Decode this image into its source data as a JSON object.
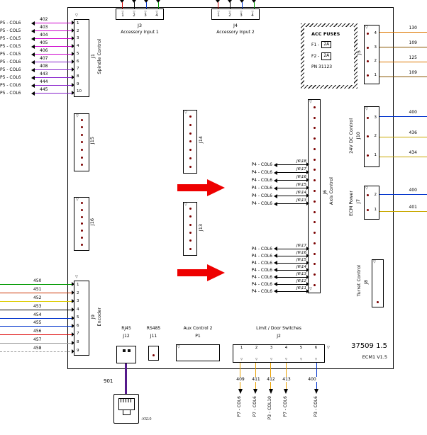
{
  "board": {
    "part": "37509 1.5",
    "version": "ECM1 V1.5"
  },
  "icons": {
    "pin1_mark": "▽"
  },
  "fuses": {
    "title": "ACC FUSES",
    "f1": "F1 -",
    "f1_val": "2A",
    "f2": "F2 -",
    "f2_val": "2A",
    "pn": "PN 31123"
  },
  "connectors": {
    "j1": {
      "id": "J1",
      "name": "Spindle Control",
      "pins": [
        "1",
        "2",
        "3",
        "4",
        "5",
        "6",
        "7",
        "8",
        "9",
        "10"
      ]
    },
    "j3": {
      "id": "J3",
      "name": "Accessory Input 1",
      "pins": [
        "1",
        "2",
        "3",
        "4"
      ],
      "wire_colors": [
        "#cc0000",
        "#000000",
        "#0033cc",
        "#009900"
      ]
    },
    "j4": {
      "id": "J4",
      "name": "Accessory Input 2",
      "pins": [
        "1",
        "2",
        "3",
        "4"
      ],
      "wire_colors": [
        "#cc0000",
        "#000000",
        "#0033cc",
        "#009900"
      ]
    },
    "j5": {
      "id": "J5",
      "pins": [
        "4",
        "3",
        "2",
        "1"
      ]
    },
    "j6": {
      "id": "J6",
      "name": "Axis Control"
    },
    "j7": {
      "id": "J7",
      "name": "ECM Power",
      "pins": [
        "2",
        "1"
      ]
    },
    "j8": {
      "id": "J8",
      "name": "Turret Control"
    },
    "j9": {
      "id": "J9",
      "name": "Encoder",
      "pins": [
        "1",
        "2",
        "3",
        "4",
        "5",
        "6",
        "7",
        "8",
        "9"
      ]
    },
    "j10": {
      "id": "J10",
      "name": "24V DC Control",
      "pins": [
        "3",
        "2",
        "1"
      ]
    },
    "j11": {
      "id": "J11",
      "name": "RS485"
    },
    "j12": {
      "id": "J12",
      "name": "RJ45"
    },
    "j13": {
      "id": "J13"
    },
    "j14": {
      "id": "J14"
    },
    "j15": {
      "id": "J15"
    },
    "j16": {
      "id": "J16"
    },
    "p1": {
      "id": "P1",
      "name": "Aux Control 2"
    },
    "j2": {
      "id": "J2",
      "name": "Limit / Door Switches",
      "pins": [
        "1",
        "2",
        "3",
        "4",
        "5",
        "6"
      ]
    }
  },
  "spindle_wires": [
    {
      "dest": "P5 - COL6",
      "num": "402",
      "color": "#cc00cc"
    },
    {
      "dest": "P5 - COL5",
      "num": "403",
      "color": "#cc00cc"
    },
    {
      "dest": "P5 - COL5",
      "num": "404",
      "color": "#cc00cc"
    },
    {
      "dest": "P5 - COL5",
      "num": "405",
      "color": "#cc00cc"
    },
    {
      "dest": "P5 - COL5",
      "num": "406",
      "color": "#cc00cc"
    },
    {
      "dest": "P5 - COL6",
      "num": "407",
      "color": "#8822cc"
    },
    {
      "dest": "P5 - COL6",
      "num": "408",
      "color": "#8822cc"
    },
    {
      "dest": "P5 - COL6",
      "num": "443",
      "color": "#8822cc"
    },
    {
      "dest": "P5 - COL6",
      "num": "444",
      "color": "#8822cc"
    },
    {
      "dest": "P5 - COL6",
      "num": "445",
      "color": "#8822cc"
    }
  ],
  "encoder_wires": [
    {
      "num": "450",
      "color": "#009900"
    },
    {
      "num": "451",
      "color": "#cc3300"
    },
    {
      "num": "452",
      "color": "#ddcc00"
    },
    {
      "num": "453",
      "color": "#000000"
    },
    {
      "num": "454",
      "color": "#0033cc"
    },
    {
      "num": "455",
      "color": "#0033cc"
    },
    {
      "num": "456",
      "color": "#dd0000"
    },
    {
      "num": "457",
      "color": "#999999"
    },
    {
      "num": "458",
      "color": "#999999",
      "dash": "dashed"
    }
  ],
  "j5_wires": [
    {
      "num": "130",
      "color": "#dd7700"
    },
    {
      "num": "109",
      "color": "#885500"
    },
    {
      "num": "125",
      "color": "#dd7700"
    },
    {
      "num": "109",
      "color": "#885500"
    }
  ],
  "j10_wires": [
    {
      "num": "400",
      "color": "#0033cc"
    },
    {
      "num": "436",
      "color": "#c8a800"
    },
    {
      "num": "434",
      "color": "#c8a800"
    }
  ],
  "j7_wires": [
    {
      "num": "400",
      "color": "#0033cc"
    },
    {
      "num": "401",
      "color": "#c8a800"
    }
  ],
  "axis_upper": [
    {
      "dest": "P4 - COL6",
      "ref": "J6\\18"
    },
    {
      "dest": "P4 - COL6",
      "ref": "J6\\17"
    },
    {
      "dest": "P4 - COL6",
      "ref": "J6\\16"
    },
    {
      "dest": "P4 - COL6",
      "ref": "J6\\15"
    },
    {
      "dest": "P4 - COL6",
      "ref": "J6\\14"
    },
    {
      "dest": "P4 - COL6",
      "ref": "J6\\13"
    }
  ],
  "axis_lower": [
    {
      "dest": "P4 - COL6",
      "ref": "J6\\17"
    },
    {
      "dest": "P4 - COL6",
      "ref": "J6\\16"
    },
    {
      "dest": "P4 - COL6",
      "ref": "J6\\15"
    },
    {
      "dest": "P4 - COL6",
      "ref": "J6\\14"
    },
    {
      "dest": "P4 - COL6",
      "ref": "J6\\13"
    },
    {
      "dest": "P4 - COL6",
      "ref": "J6\\12"
    },
    {
      "dest": "P4 - COL6",
      "ref": "J6\\11"
    }
  ],
  "j2_wires": [
    {
      "num": "409",
      "dest": "P7 - COL6",
      "color": "#e8a000"
    },
    {
      "num": "411",
      "dest": "P7 - COL6",
      "color": "#e8a000"
    },
    {
      "num": "412",
      "dest": "P3 - COL10",
      "color": "#e8a000"
    },
    {
      "num": "413",
      "dest": "P7 - COL6",
      "color": "#e8a000"
    },
    {
      "num": "400",
      "dest": "P3 - COL6",
      "color": "#0033cc"
    }
  ],
  "rj45_drop": {
    "num": "901",
    "color": "#551a8b",
    "jack_ref": "-XS10"
  }
}
